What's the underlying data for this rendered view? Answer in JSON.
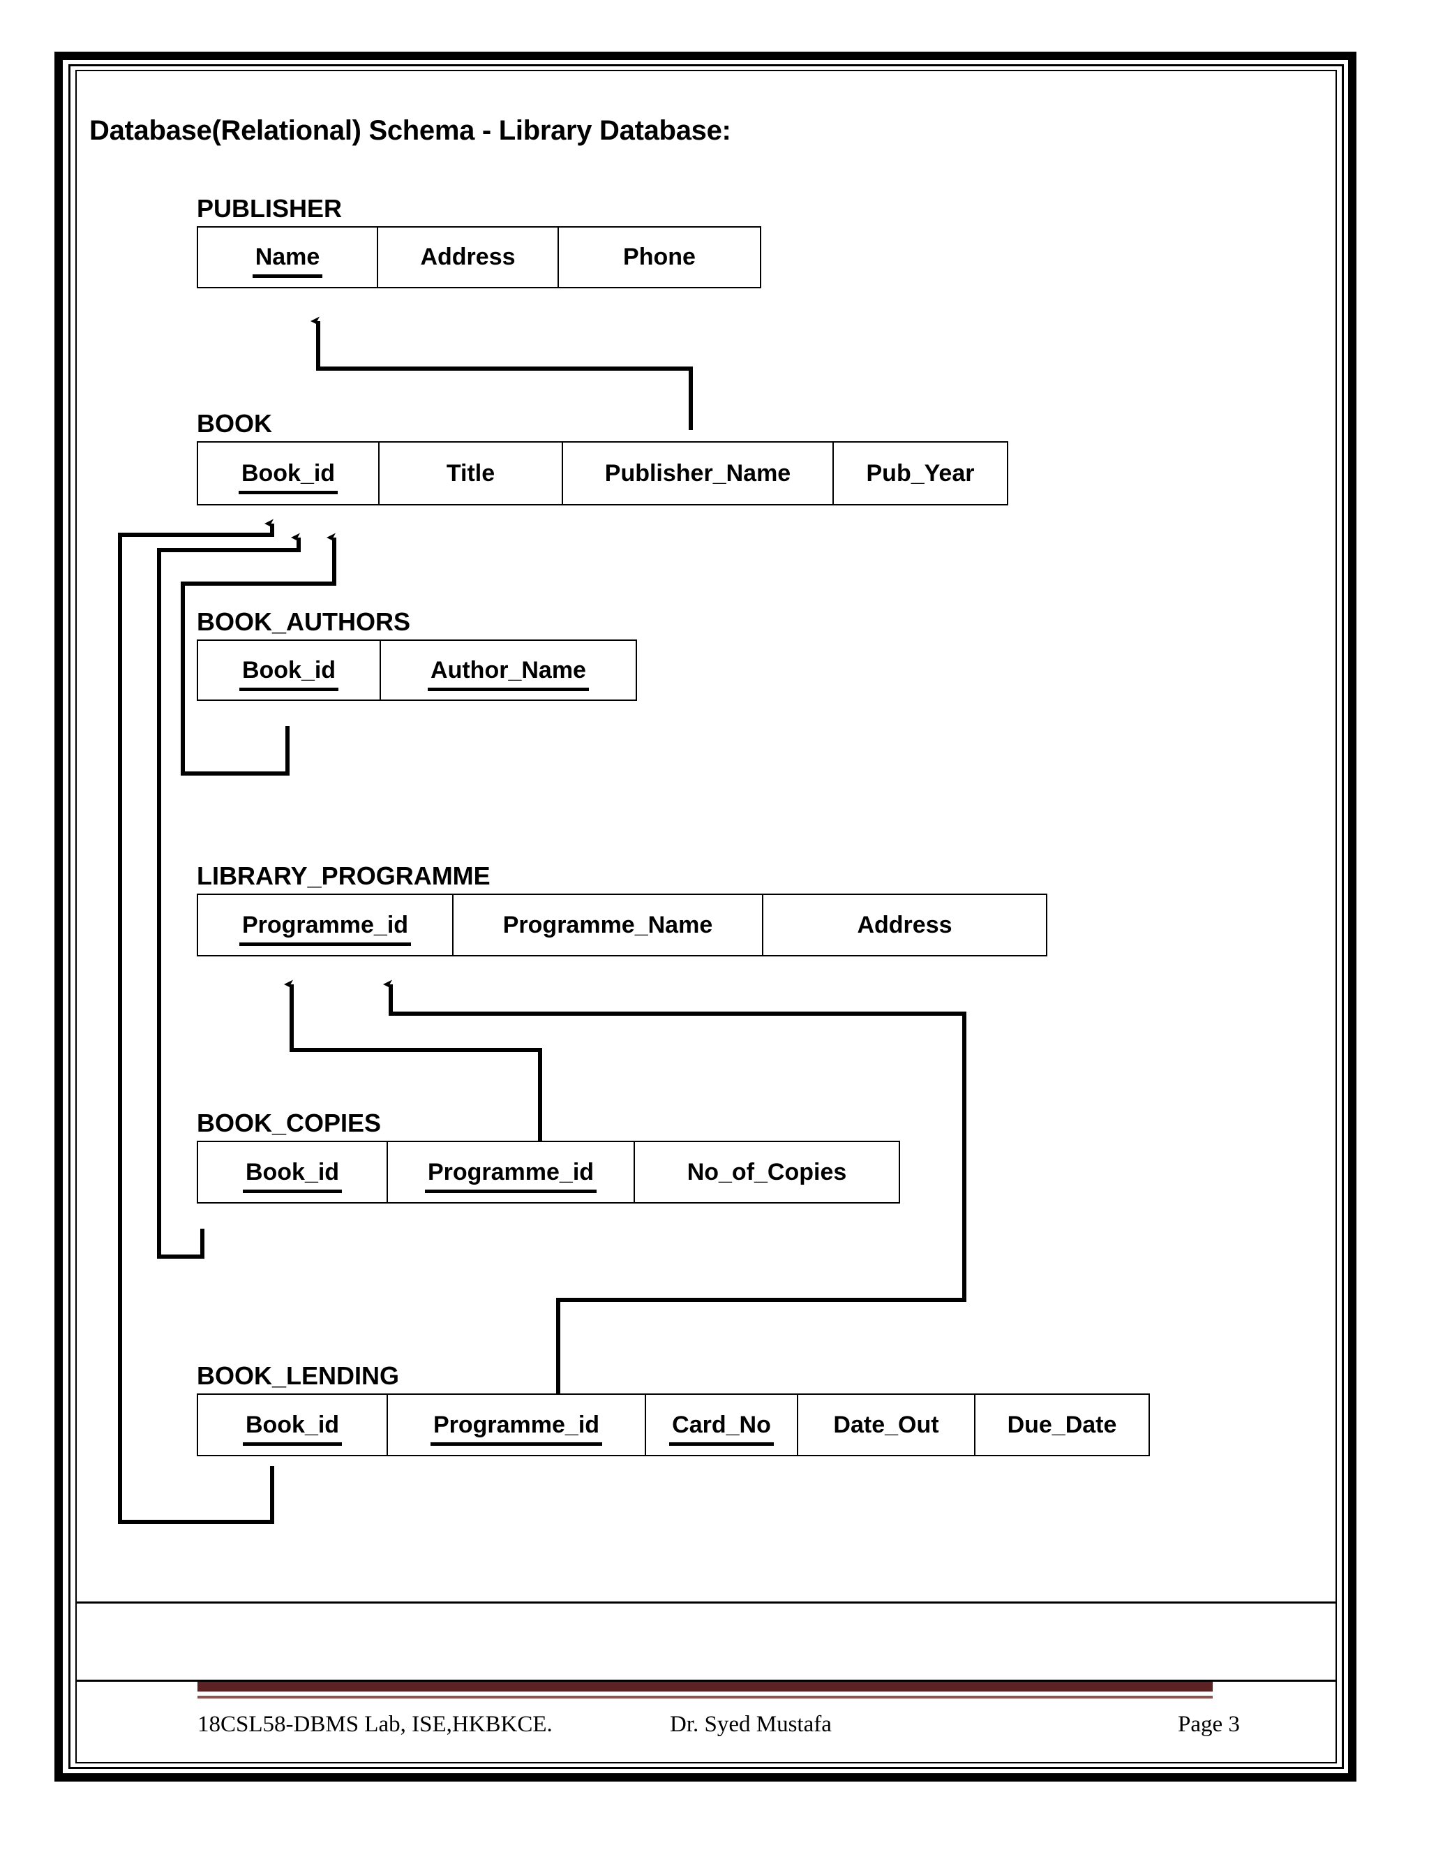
{
  "document": {
    "title": "Database(Relational) Schema - Library Database:"
  },
  "relations": [
    {
      "name": "PUBLISHER",
      "attributes": [
        {
          "label": "Name",
          "key": true
        },
        {
          "label": "Address",
          "key": false
        },
        {
          "label": "Phone",
          "key": false
        }
      ]
    },
    {
      "name": "BOOK",
      "attributes": [
        {
          "label": "Book_id",
          "key": true
        },
        {
          "label": "Title",
          "key": false
        },
        {
          "label": "Publisher_Name",
          "key": false
        },
        {
          "label": "Pub_Year",
          "key": false
        }
      ]
    },
    {
      "name": "BOOK_AUTHORS",
      "attributes": [
        {
          "label": "Book_id",
          "key": true
        },
        {
          "label": "Author_Name",
          "key": true
        }
      ]
    },
    {
      "name": "LIBRARY_PROGRAMME",
      "attributes": [
        {
          "label": "Programme_id",
          "key": true
        },
        {
          "label": "Programme_Name",
          "key": false
        },
        {
          "label": "Address",
          "key": false
        }
      ]
    },
    {
      "name": "BOOK_COPIES",
      "attributes": [
        {
          "label": "Book_id",
          "key": true
        },
        {
          "label": "Programme_id",
          "key": true
        },
        {
          "label": "No_of_Copies",
          "key": false
        }
      ]
    },
    {
      "name": "BOOK_LENDING",
      "attributes": [
        {
          "label": "Book_id",
          "key": true
        },
        {
          "label": "Programme_id",
          "key": true
        },
        {
          "label": "Card_No",
          "key": true
        },
        {
          "label": "Date_Out",
          "key": false
        },
        {
          "label": "Due_Date",
          "key": false
        }
      ]
    }
  ],
  "foreign_keys": [
    {
      "from": "BOOK.Publisher_Name",
      "to": "PUBLISHER.Name"
    },
    {
      "from": "BOOK_AUTHORS.Book_id",
      "to": "BOOK.Book_id"
    },
    {
      "from": "BOOK_COPIES.Book_id",
      "to": "BOOK.Book_id"
    },
    {
      "from": "BOOK_LENDING.Book_id",
      "to": "BOOK.Book_id"
    },
    {
      "from": "BOOK_COPIES.Programme_id",
      "to": "LIBRARY_PROGRAMME.Programme_id"
    },
    {
      "from": "BOOK_LENDING.Programme_id",
      "to": "LIBRARY_PROGRAMME.Programme_id"
    }
  ],
  "footer": {
    "left": "18CSL58-DBMS Lab, ISE,HKBKCE.",
    "center": "Dr. Syed Mustafa",
    "right": "Page 3"
  },
  "colors": {
    "ink": "#000000",
    "footer_rule": "#5C2223",
    "footer_rule_light": "#8d5351",
    "paper": "#ffffff"
  }
}
